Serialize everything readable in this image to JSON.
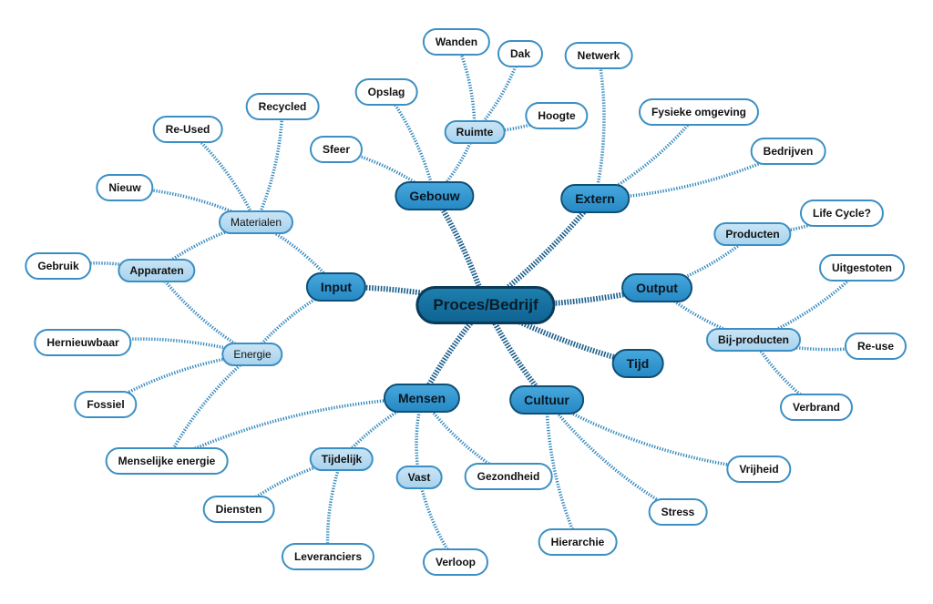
{
  "diagram": {
    "nodes": [
      {
        "id": "root",
        "label": "Proces/Bedrijf",
        "level": "root"
      },
      {
        "id": "input",
        "label": "Input",
        "level": "main"
      },
      {
        "id": "gebouw",
        "label": "Gebouw",
        "level": "main"
      },
      {
        "id": "extern",
        "label": "Extern",
        "level": "main"
      },
      {
        "id": "output",
        "label": "Output",
        "level": "main"
      },
      {
        "id": "tijd",
        "label": "Tijd",
        "level": "main"
      },
      {
        "id": "cultuur",
        "label": "Cultuur",
        "level": "main"
      },
      {
        "id": "mensen",
        "label": "Mensen",
        "level": "main"
      },
      {
        "id": "materialen",
        "label": "Materialen",
        "level": "sub",
        "weight": "normal"
      },
      {
        "id": "apparaten",
        "label": "Apparaten",
        "level": "sub"
      },
      {
        "id": "energie",
        "label": "Energie",
        "level": "sub",
        "weight": "normal"
      },
      {
        "id": "ruimte",
        "label": "Ruimte",
        "level": "sub"
      },
      {
        "id": "producten",
        "label": "Producten",
        "level": "sub"
      },
      {
        "id": "bijproducten",
        "label": "Bij-producten",
        "level": "sub"
      },
      {
        "id": "tijdelijk",
        "label": "Tijdelijk",
        "level": "sub"
      },
      {
        "id": "vast",
        "label": "Vast",
        "level": "sub"
      },
      {
        "id": "recycled",
        "label": "Recycled",
        "level": "leaf"
      },
      {
        "id": "reused",
        "label": "Re-Used",
        "level": "leaf"
      },
      {
        "id": "nieuw",
        "label": "Nieuw",
        "level": "leaf"
      },
      {
        "id": "gebruik",
        "label": "Gebruik",
        "level": "leaf"
      },
      {
        "id": "hernieuwbaar",
        "label": "Hernieuwbaar",
        "level": "leaf"
      },
      {
        "id": "fossiel",
        "label": "Fossiel",
        "level": "leaf"
      },
      {
        "id": "menselijke",
        "label": "Menselijke energie",
        "level": "leaf"
      },
      {
        "id": "sfeer",
        "label": "Sfeer",
        "level": "leaf"
      },
      {
        "id": "opslag",
        "label": "Opslag",
        "level": "leaf"
      },
      {
        "id": "wanden",
        "label": "Wanden",
        "level": "leaf"
      },
      {
        "id": "dak",
        "label": "Dak",
        "level": "leaf"
      },
      {
        "id": "hoogte",
        "label": "Hoogte",
        "level": "leaf"
      },
      {
        "id": "netwerk",
        "label": "Netwerk",
        "level": "leaf"
      },
      {
        "id": "fysieke",
        "label": "Fysieke omgeving",
        "level": "leaf"
      },
      {
        "id": "bedrijven",
        "label": "Bedrijven",
        "level": "leaf"
      },
      {
        "id": "lifecycle",
        "label": "Life Cycle?",
        "level": "leaf"
      },
      {
        "id": "uitgestoten",
        "label": "Uitgestoten",
        "level": "leaf"
      },
      {
        "id": "reuse",
        "label": "Re-use",
        "level": "leaf"
      },
      {
        "id": "verbrand",
        "label": "Verbrand",
        "level": "leaf"
      },
      {
        "id": "vrijheid",
        "label": "Vrijheid",
        "level": "leaf"
      },
      {
        "id": "stress",
        "label": "Stress",
        "level": "leaf"
      },
      {
        "id": "hierarchie",
        "label": "Hierarchie",
        "level": "leaf"
      },
      {
        "id": "gezondheid",
        "label": "Gezondheid",
        "level": "leaf"
      },
      {
        "id": "diensten",
        "label": "Diensten",
        "level": "leaf"
      },
      {
        "id": "leveranciers",
        "label": "Leveranciers",
        "level": "leaf"
      },
      {
        "id": "verloop",
        "label": "Verloop",
        "level": "leaf"
      }
    ],
    "edges": [
      [
        "root",
        "input"
      ],
      [
        "root",
        "gebouw"
      ],
      [
        "root",
        "extern"
      ],
      [
        "root",
        "output"
      ],
      [
        "root",
        "tijd"
      ],
      [
        "root",
        "cultuur"
      ],
      [
        "root",
        "mensen"
      ],
      [
        "input",
        "materialen"
      ],
      [
        "input",
        "energie"
      ],
      [
        "materialen",
        "recycled"
      ],
      [
        "materialen",
        "reused"
      ],
      [
        "materialen",
        "nieuw"
      ],
      [
        "materialen",
        "apparaten"
      ],
      [
        "apparaten",
        "gebruik"
      ],
      [
        "apparaten",
        "energie"
      ],
      [
        "energie",
        "hernieuwbaar"
      ],
      [
        "energie",
        "fossiel"
      ],
      [
        "energie",
        "menselijke"
      ],
      [
        "gebouw",
        "sfeer"
      ],
      [
        "gebouw",
        "opslag"
      ],
      [
        "gebouw",
        "ruimte"
      ],
      [
        "ruimte",
        "wanden"
      ],
      [
        "ruimte",
        "dak"
      ],
      [
        "ruimte",
        "hoogte"
      ],
      [
        "extern",
        "netwerk"
      ],
      [
        "extern",
        "fysieke"
      ],
      [
        "extern",
        "bedrijven"
      ],
      [
        "output",
        "producten"
      ],
      [
        "output",
        "bijproducten"
      ],
      [
        "producten",
        "lifecycle"
      ],
      [
        "bijproducten",
        "uitgestoten"
      ],
      [
        "bijproducten",
        "reuse"
      ],
      [
        "bijproducten",
        "verbrand"
      ],
      [
        "cultuur",
        "vrijheid"
      ],
      [
        "cultuur",
        "stress"
      ],
      [
        "cultuur",
        "hierarchie"
      ],
      [
        "mensen",
        "menselijke"
      ],
      [
        "mensen",
        "tijdelijk"
      ],
      [
        "mensen",
        "vast"
      ],
      [
        "mensen",
        "gezondheid"
      ],
      [
        "tijdelijk",
        "diensten"
      ],
      [
        "tijdelijk",
        "leveranciers"
      ],
      [
        "vast",
        "verloop"
      ]
    ],
    "colors": {
      "main_edge": "#1b5f8c",
      "sub_edge": "#2f86bd",
      "leaf_border": "#3b8fc4",
      "root_fill": "#1878a8",
      "main_fill": "#3a9ad3",
      "sub_fill": "#bcdcf2"
    }
  }
}
